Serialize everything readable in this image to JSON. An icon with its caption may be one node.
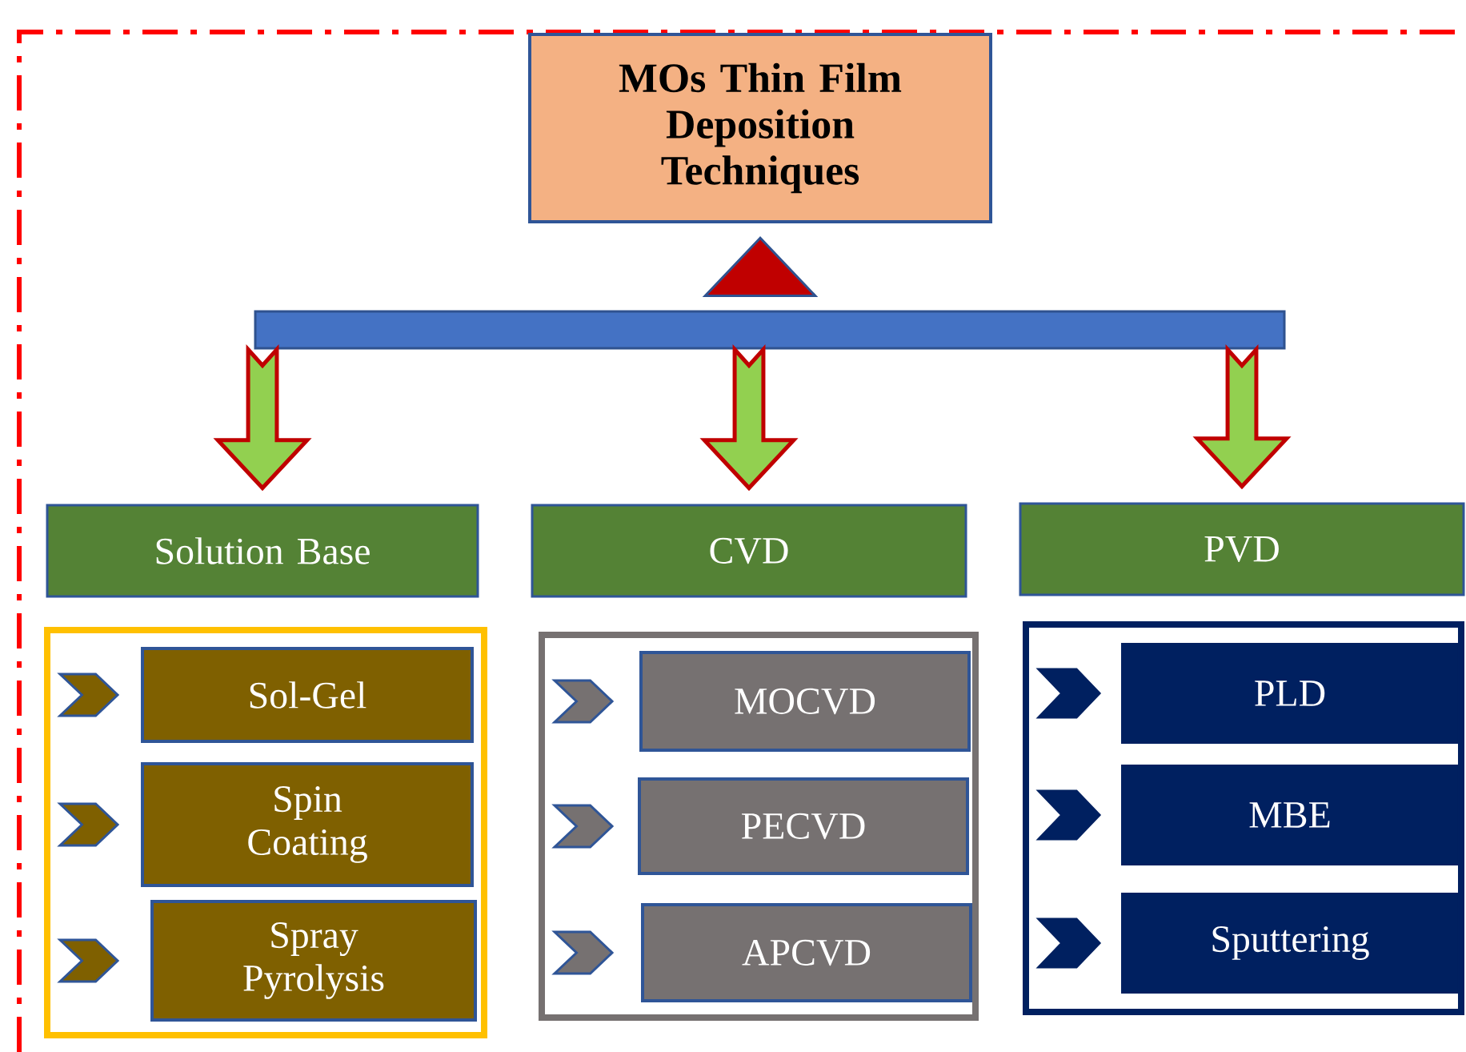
{
  "diagram": {
    "nodes": [
      {
        "text": [
          "MOs Thin Film Deposition Techniques"
        ]
      },
      {
        "text": [],
        "shape": "bar"
      },
      {
        "text": [
          "Solution Base"
        ]
      },
      {
        "text": [
          "CVD"
        ]
      },
      {
        "text": [
          "PVD"
        ]
      },
      {
        "text": [],
        "shape": "box"
      },
      {
        "text": [
          "Sol-Gel"
        ],
        "in": 5
      },
      {
        "text": [
          "Spin Coating"
        ],
        "in": 5
      },
      {
        "text": [
          "Spray Pyrolysis"
        ],
        "in": 5
      },
      {
        "text": [],
        "shape": "box"
      },
      {
        "text": [
          "MOCVD"
        ],
        "in": 9
      },
      {
        "text": [
          "PECVD"
        ],
        "in": 9
      },
      {
        "text": [
          "APCVD"
        ],
        "in": 9
      },
      {
        "text": [],
        "shape": "box"
      },
      {
        "text": [
          "PLD"
        ],
        "in": 13
      },
      {
        "text": [
          "MBE"
        ],
        "in": 13
      },
      {
        "text": [
          "Sputtering"
        ],
        "in": 13
      }
    ],
    "edges": [
      {
        "from": 1,
        "to": 0,
        "arrow": "to"
      },
      {
        "from": 1,
        "to": 2,
        "arrow": "to"
      },
      {
        "from": 1,
        "to": 3,
        "arrow": "to"
      },
      {
        "from": 1,
        "to": 4,
        "arrow": "to"
      }
    ]
  }
}
